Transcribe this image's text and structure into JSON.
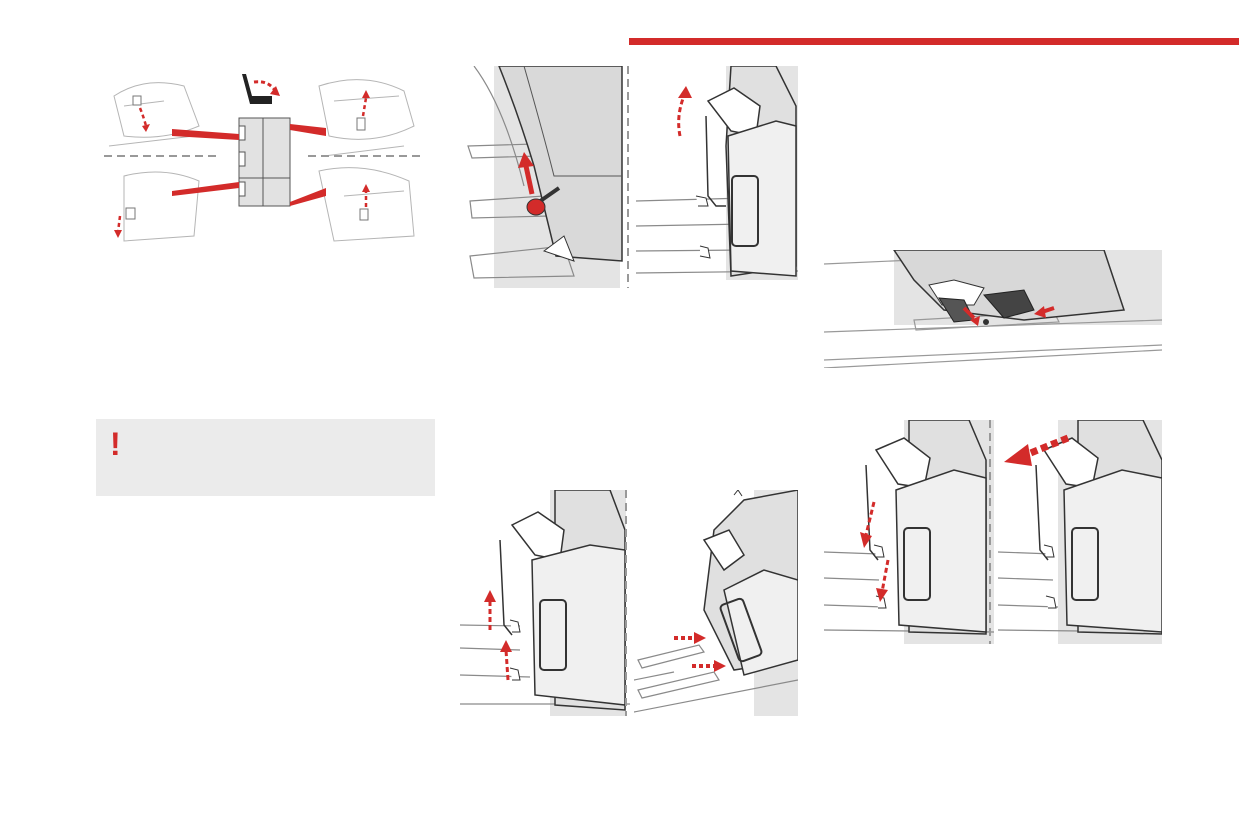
{
  "header": {
    "accent_color": "#d32b2a"
  },
  "warning": {
    "mark": "!",
    "icon": "exclamation-icon",
    "background": "#ebebeb"
  },
  "figures": [
    {
      "name": "seat-anchorage-overview",
      "icon": "seat-icon"
    },
    {
      "name": "lever-pull-illustration"
    },
    {
      "name": "seat-tilt-forward-illustration"
    },
    {
      "name": "floor-anchor-hooks-illustration"
    },
    {
      "name": "seat-lift-from-rails-illustration"
    },
    {
      "name": "seat-slide-illustration"
    },
    {
      "name": "seat-insert-anchors-illustration"
    },
    {
      "name": "seat-tip-back-illustration"
    }
  ]
}
